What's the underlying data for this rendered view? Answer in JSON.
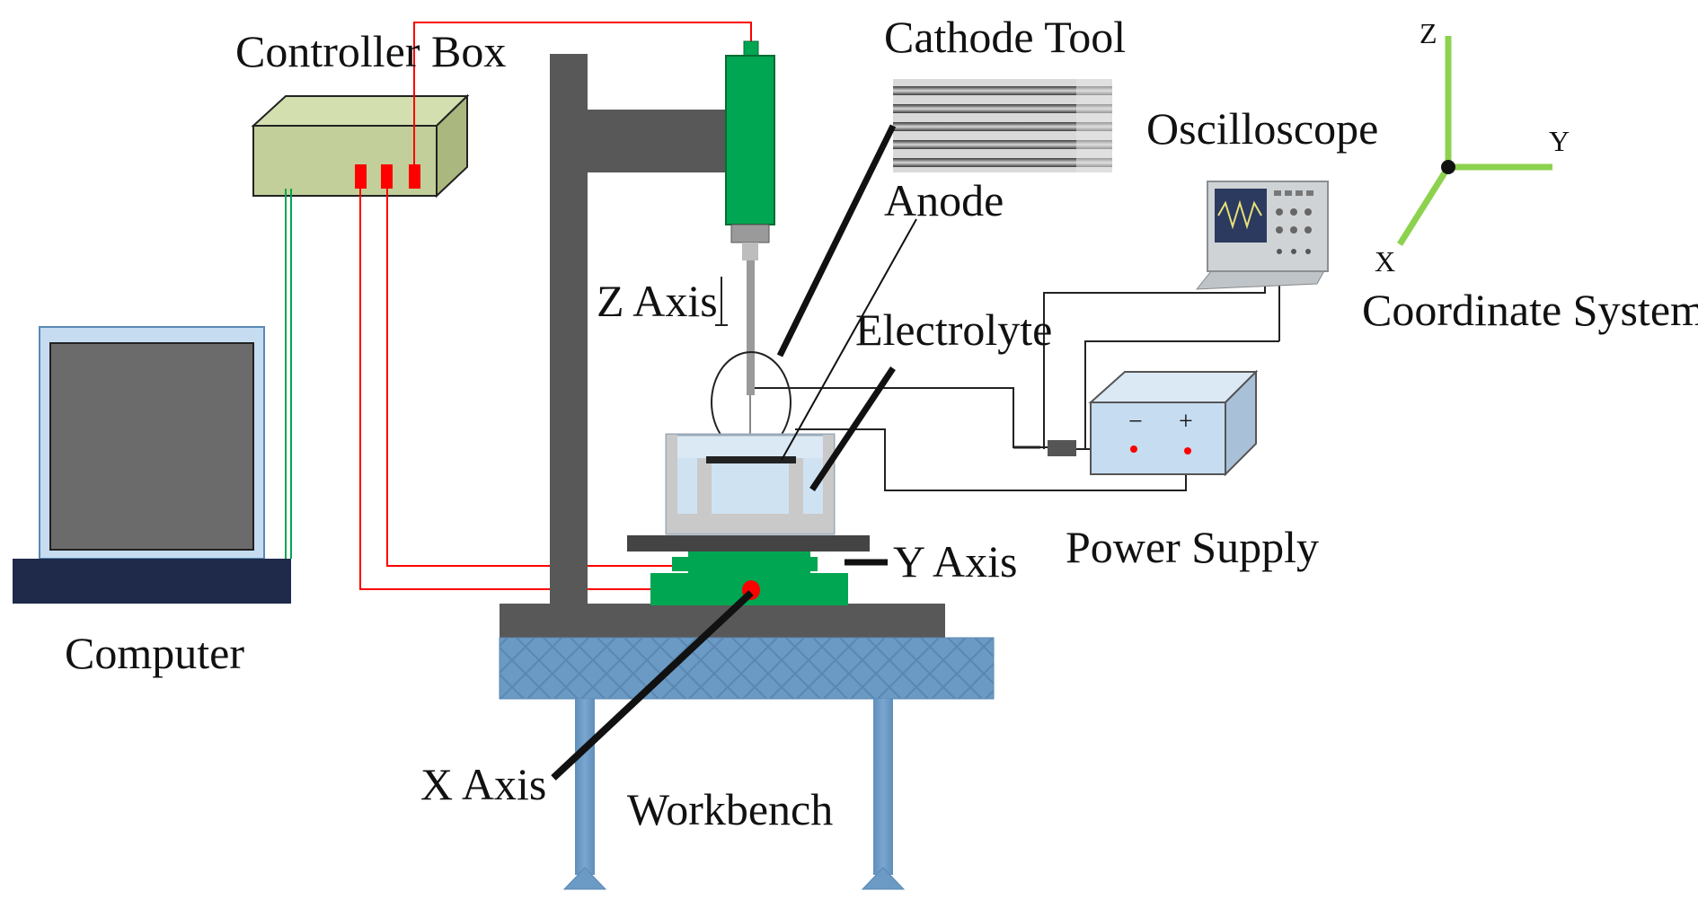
{
  "labels": {
    "controller_box": "Controller Box",
    "cathode_tool": "Cathode Tool",
    "oscilloscope": "Oscilloscope",
    "anode": "Anode",
    "z_axis": "Z Axis",
    "electrolyte": "Electrolyte",
    "y_axis": "Y Axis",
    "power_supply": "Power Supply",
    "computer": "Computer",
    "x_axis": "X Axis",
    "workbench": "Workbench",
    "coordinate_system": "Coordinate System",
    "coord_z": "Z",
    "coord_y": "Y",
    "coord_x": "X",
    "minus_terminal": "−",
    "plus_terminal": "+"
  },
  "colors": {
    "machine_frame": "#585858",
    "spindle": "#00a651",
    "controller_box": "#c2cf9a",
    "wire": "#ff0000",
    "signal_wire": "#00a651",
    "workbench_top": "#6b9ac4",
    "coordinate_axes": "#8cd24f",
    "monitor_frame": "#c6dcf0",
    "keyboard_base": "#1f2a4a",
    "power_supply": "#c6dcf0",
    "tank": "#c6dcf0"
  }
}
